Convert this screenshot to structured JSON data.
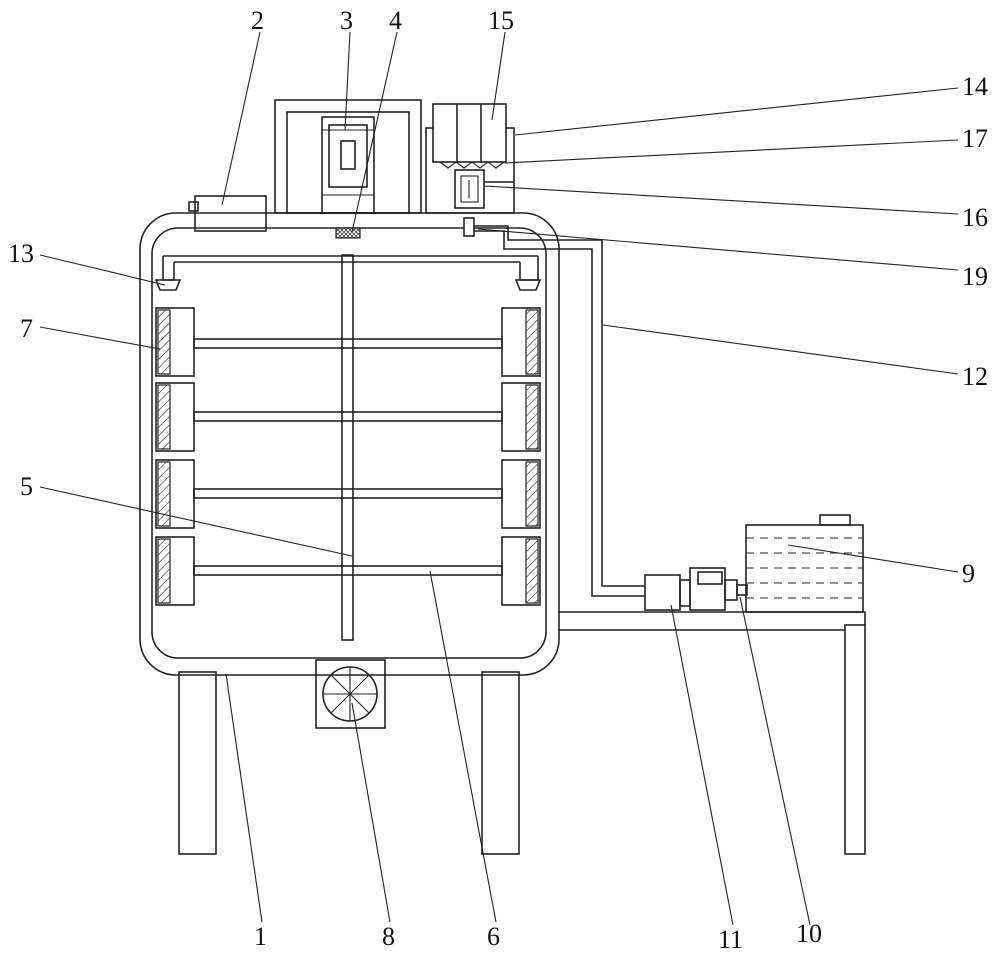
{
  "labels": {
    "l1": "1",
    "l2": "2",
    "l3": "3",
    "l4": "4",
    "l5": "5",
    "l6": "6",
    "l7": "7",
    "l8": "8",
    "l9": "9",
    "l10": "10",
    "l11": "11",
    "l12": "12",
    "l13": "13",
    "l14": "14",
    "l15": "15",
    "l16": "16",
    "l17": "17",
    "l19": "19"
  }
}
